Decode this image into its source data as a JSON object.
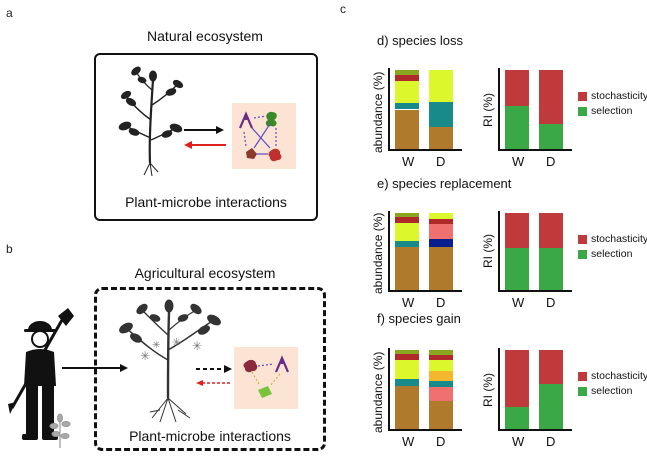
{
  "panels": {
    "a": "a",
    "b": "b",
    "c": "c"
  },
  "natural": {
    "title": "Natural ecosystem",
    "caption": "Plant-microbe interactions"
  },
  "agricultural": {
    "title": "Agricultural ecosystem",
    "caption": "Plant-microbe interactions"
  },
  "chart": {
    "ylabel_abundance": "abundance (%)",
    "ylabel_ri": "RI (%)",
    "legend": [
      {
        "label": "stochasticity",
        "color": "#c0393b"
      },
      {
        "label": "selection",
        "color": "#3aa845"
      }
    ]
  },
  "colors": {
    "brown": "#b07a2c",
    "teal": "#188a8a",
    "lime": "#dcf72c",
    "olive": "#8aa51f",
    "darkred": "#b02a2a",
    "pink": "#f07070",
    "orange": "#f5b52c",
    "navy": "#0a1f8e",
    "red": "#c0393b",
    "green": "#3aa845",
    "peach": "#fbe4d3"
  },
  "chart_data": [
    {
      "type": "bar",
      "title": "d) species loss",
      "categories": [
        "W",
        "D"
      ],
      "abundance_segments_bottom_to_top": {
        "W": [
          "brown",
          "teal",
          "lime",
          "darkred",
          "olive"
        ],
        "D": [
          "brown",
          "teal",
          "lime"
        ]
      },
      "abundance_shares": {
        "W": [
          0.5,
          0.08,
          0.28,
          0.08,
          0.06
        ],
        "D": [
          0.28,
          0.32,
          0.4
        ]
      },
      "ri": {
        "W": {
          "selection": 0.55,
          "stochasticity": 0.45
        },
        "D": {
          "selection": 0.32,
          "stochasticity": 0.68
        }
      }
    },
    {
      "type": "bar",
      "title": "e) species replacement",
      "categories": [
        "W",
        "D"
      ],
      "abundance_segments_bottom_to_top": {
        "W": [
          "brown",
          "teal",
          "lime",
          "darkred",
          "olive"
        ],
        "D": [
          "brown",
          "navy",
          "pink",
          "darkred",
          "lime"
        ]
      },
      "abundance_shares": {
        "W": [
          0.56,
          0.08,
          0.23,
          0.08,
          0.05
        ],
        "D": [
          0.56,
          0.1,
          0.2,
          0.06,
          0.08
        ]
      },
      "ri": {
        "W": {
          "selection": 0.54,
          "stochasticity": 0.46
        },
        "D": {
          "selection": 0.54,
          "stochasticity": 0.46
        }
      }
    },
    {
      "type": "bar",
      "title": "f) species gain",
      "categories": [
        "W",
        "D"
      ],
      "abundance_segments_bottom_to_top": {
        "W": [
          "brown",
          "teal",
          "lime",
          "darkred",
          "olive"
        ],
        "D": [
          "brown",
          "pink",
          "teal",
          "orange",
          "lime",
          "darkred",
          "olive"
        ]
      },
      "abundance_shares": {
        "W": [
          0.55,
          0.08,
          0.24,
          0.08,
          0.05
        ],
        "D": [
          0.35,
          0.18,
          0.08,
          0.12,
          0.14,
          0.07,
          0.06
        ]
      },
      "ri": {
        "W": {
          "selection": 0.28,
          "stochasticity": 0.72
        },
        "D": {
          "selection": 0.57,
          "stochasticity": 0.43
        }
      }
    }
  ]
}
